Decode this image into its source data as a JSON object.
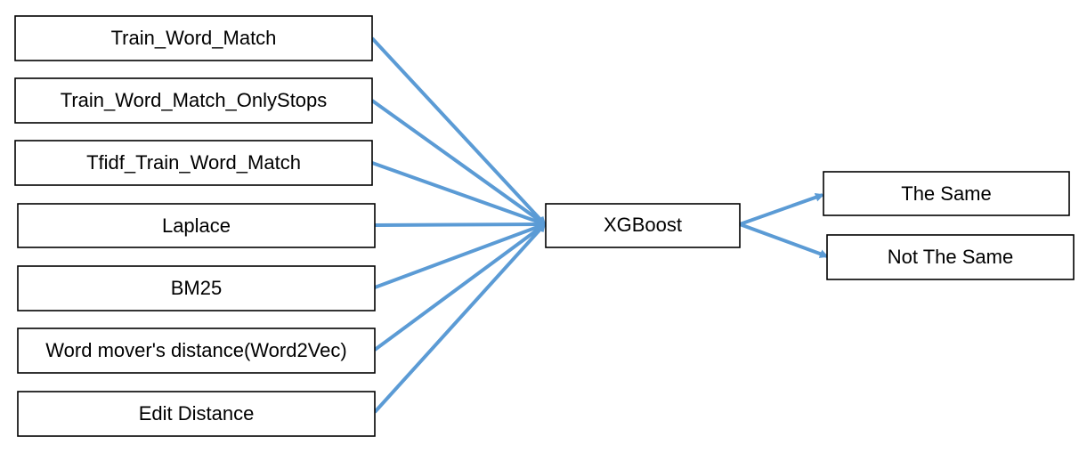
{
  "diagram": {
    "edge_color": "#5b9bd5",
    "inputs": [
      {
        "label": "Train_Word_Match"
      },
      {
        "label": "Train_Word_Match_OnlyStops"
      },
      {
        "label": "Tfidf_Train_Word_Match"
      },
      {
        "label": "Laplace"
      },
      {
        "label": "BM25"
      },
      {
        "label": "Word mover's distance(Word2Vec)"
      },
      {
        "label": "Edit Distance"
      }
    ],
    "model": {
      "label": "XGBoost"
    },
    "outputs": [
      {
        "label": "The Same"
      },
      {
        "label": "Not The Same"
      }
    ]
  }
}
